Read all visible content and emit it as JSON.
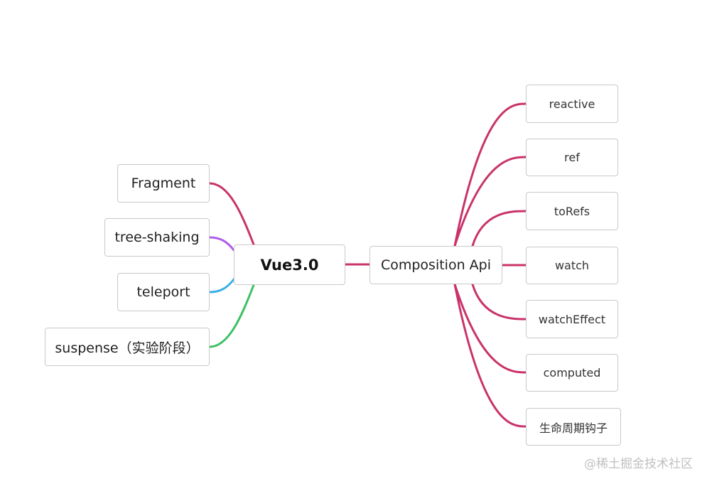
{
  "root": {
    "label": "Vue3.0"
  },
  "left_children": [
    {
      "label": "Fragment",
      "color": "#c9336a"
    },
    {
      "label": "tree-shaking",
      "color": "#b05ee8"
    },
    {
      "label": "teleport",
      "color": "#3bb0e6"
    },
    {
      "label": "suspense（实验阶段）",
      "color": "#3cc063"
    }
  ],
  "composition": {
    "label": "Composition Api",
    "color": "#c9336a",
    "children": [
      {
        "label": "reactive"
      },
      {
        "label": "ref"
      },
      {
        "label": "toRefs"
      },
      {
        "label": "watch"
      },
      {
        "label": "watchEffect"
      },
      {
        "label": "computed"
      },
      {
        "label": "生命周期钩子"
      }
    ]
  },
  "watermark": "@稀土掘金技术社区"
}
